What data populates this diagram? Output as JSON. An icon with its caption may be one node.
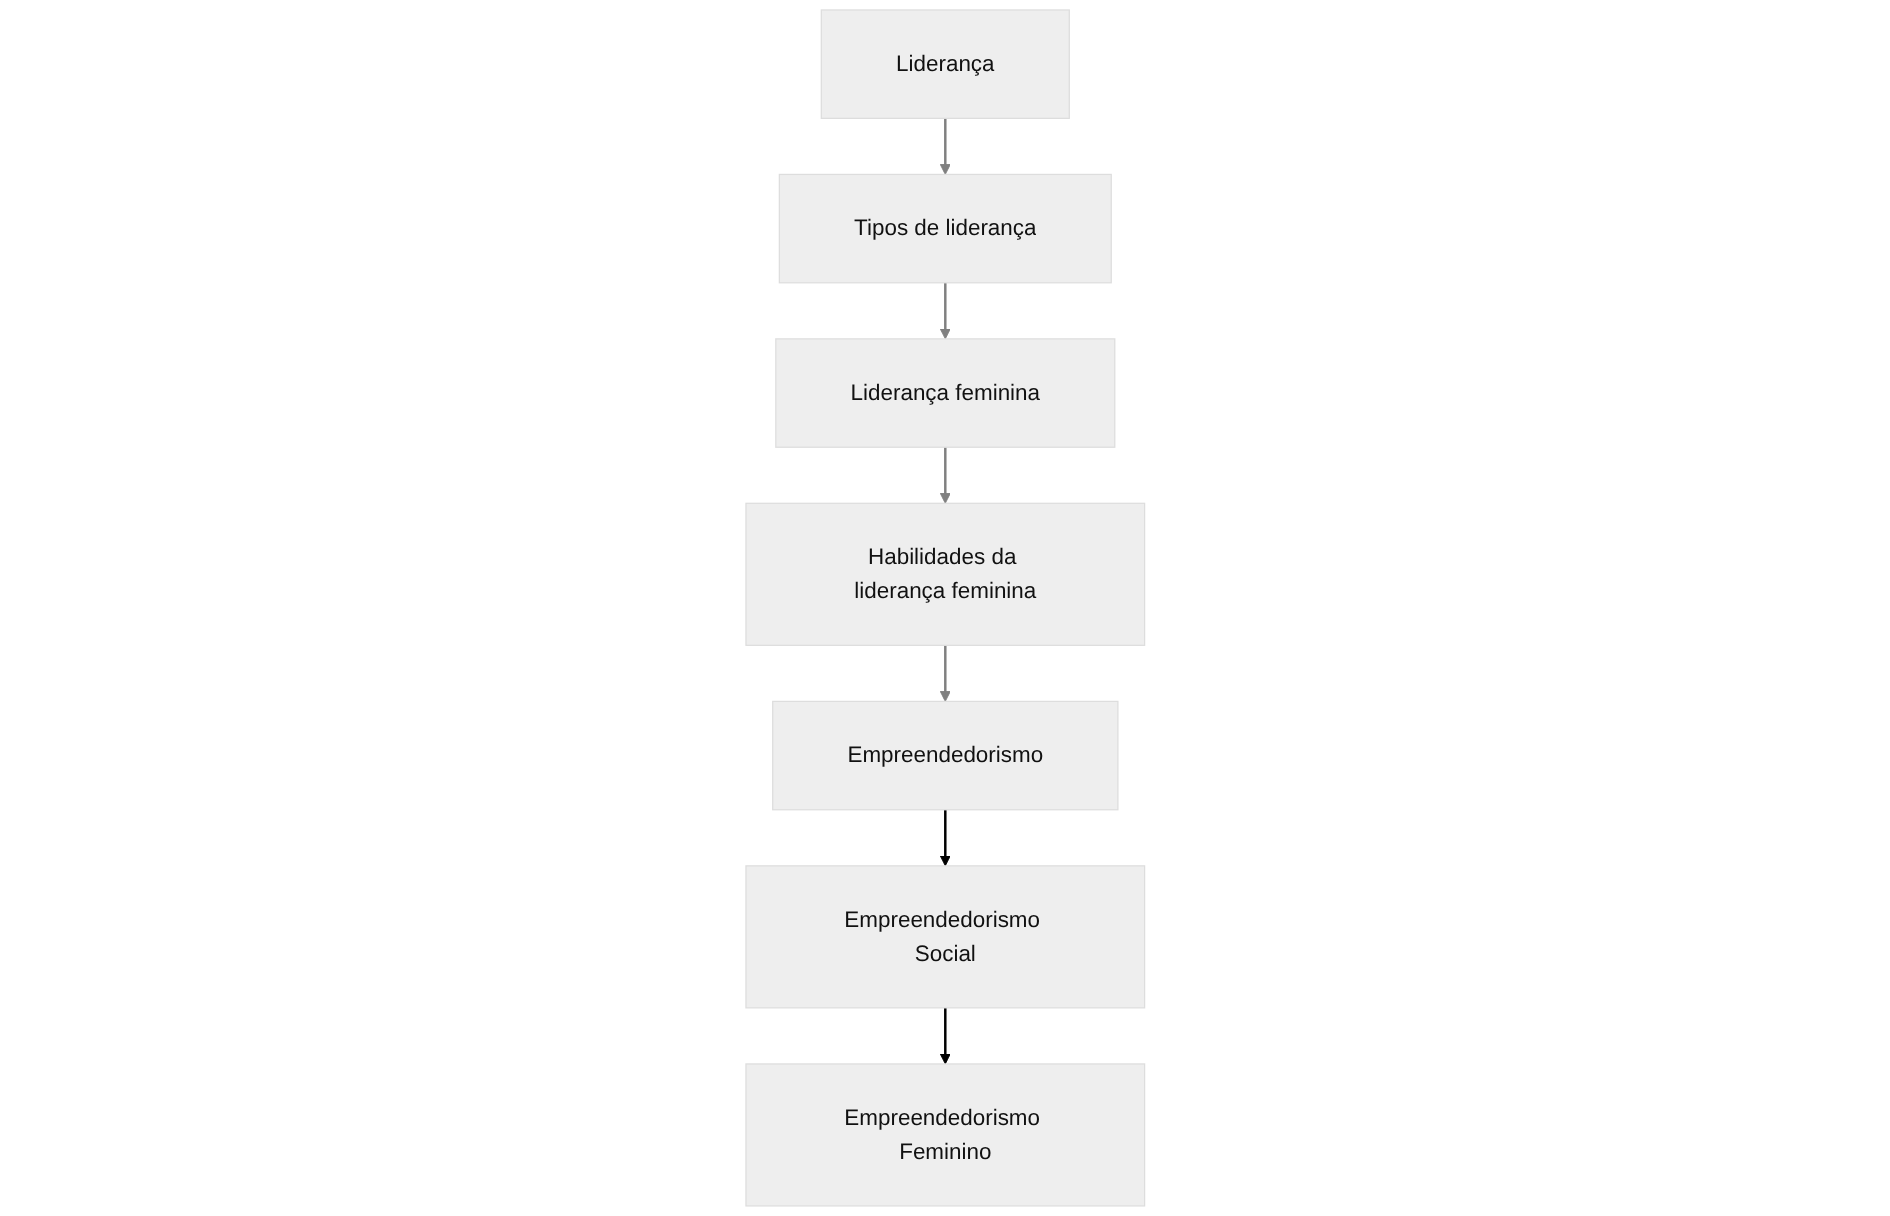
{
  "diagram": {
    "nodes": [
      {
        "text": [
          "Liderança"
        ]
      },
      {
        "text": [
          "Tipos de liderança"
        ]
      },
      {
        "text": [
          "Liderança feminina"
        ]
      },
      {
        "text": [
          "Habilidades da liderança feminina"
        ]
      },
      {
        "text": [
          "Empreendedorismo Feminino"
        ]
      },
      {
        "text": [
          "Empreendedorismo Social"
        ]
      },
      {
        "text": [
          "Empreendedorismo"
        ]
      }
    ],
    "edges": [
      {
        "from": 0,
        "to": 1,
        "arrow": "to"
      },
      {
        "from": 1,
        "to": 2,
        "arrow": "to"
      },
      {
        "from": 2,
        "to": 3,
        "arrow": "to"
      },
      {
        "from": 3,
        "to": 6,
        "arrow": "to"
      },
      {
        "from": 6,
        "to": 5,
        "arrow": "to",
        "color": "#000000"
      },
      {
        "from": 5,
        "to": 4,
        "arrow": "to",
        "color": "#000000"
      }
    ]
  }
}
